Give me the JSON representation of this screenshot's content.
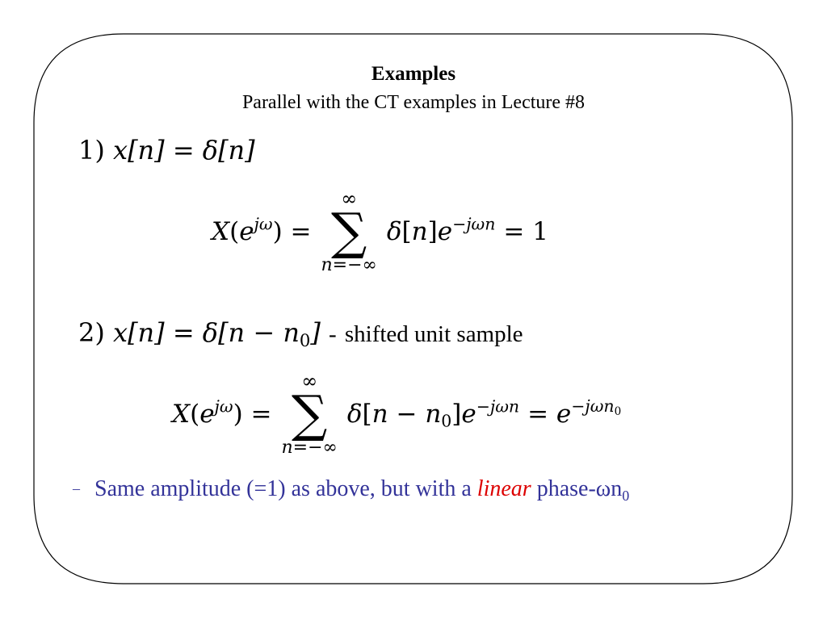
{
  "slide": {
    "title": "Examples",
    "subtitle": "Parallel with the CT examples in Lecture #8"
  },
  "example1": {
    "label": "1)",
    "equation": "x[n] = δ[n]",
    "transform": {
      "lhs": "X(e^{jω}) =",
      "sum_upper": "∞",
      "sum_lower": "n=−∞",
      "summand": "δ[n]e^{−jωn}",
      "result": "= 1"
    }
  },
  "example2": {
    "label": "2)",
    "equation": "x[n] = δ[n − n0]",
    "separator": "-",
    "description": "shifted unit sample",
    "transform": {
      "lhs": "X(e^{jω}) =",
      "sum_upper": "∞",
      "sum_lower": "n=−∞",
      "summand": "δ[n − n0]e^{−jωn}",
      "result": "= e^{−jωn0}"
    }
  },
  "note": {
    "bullet": "–",
    "text_before": "Same amplitude (=1) as above, but with a",
    "emphasis": "linear",
    "text_after": "phase-ωn",
    "subscript": "0"
  },
  "colors": {
    "note_text": "#333399",
    "emphasis": "#dd0000",
    "border": "#000000"
  }
}
